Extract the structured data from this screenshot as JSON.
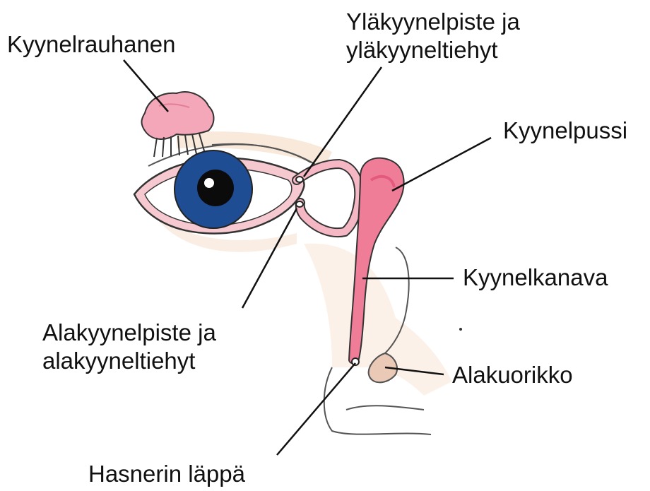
{
  "labels": {
    "lacrimal_gland": "Kyynelrauhanen",
    "upper_punctum_line1": "Yläkyynelpiste ja",
    "upper_punctum_line2": "yläkyyneltiehyt",
    "lacrimal_sac": "Kyynelpussi",
    "nasolacrimal_duct": "Kyynelkanava",
    "lower_punctum_line1": "Alakyynelpiste ja",
    "lower_punctum_line2": "alakyyneltiehyt",
    "inferior_concha": "Alakuorikko",
    "hasner_valve": "Hasnerin läppä"
  },
  "colors": {
    "gland_pink": "#f3a7b8",
    "duct_pink": "#f07d98",
    "sac_pink": "#ec6b8c",
    "iris_blue": "#1f4d94",
    "skin_tint": "#f6e2cf",
    "outline": "#222222"
  }
}
